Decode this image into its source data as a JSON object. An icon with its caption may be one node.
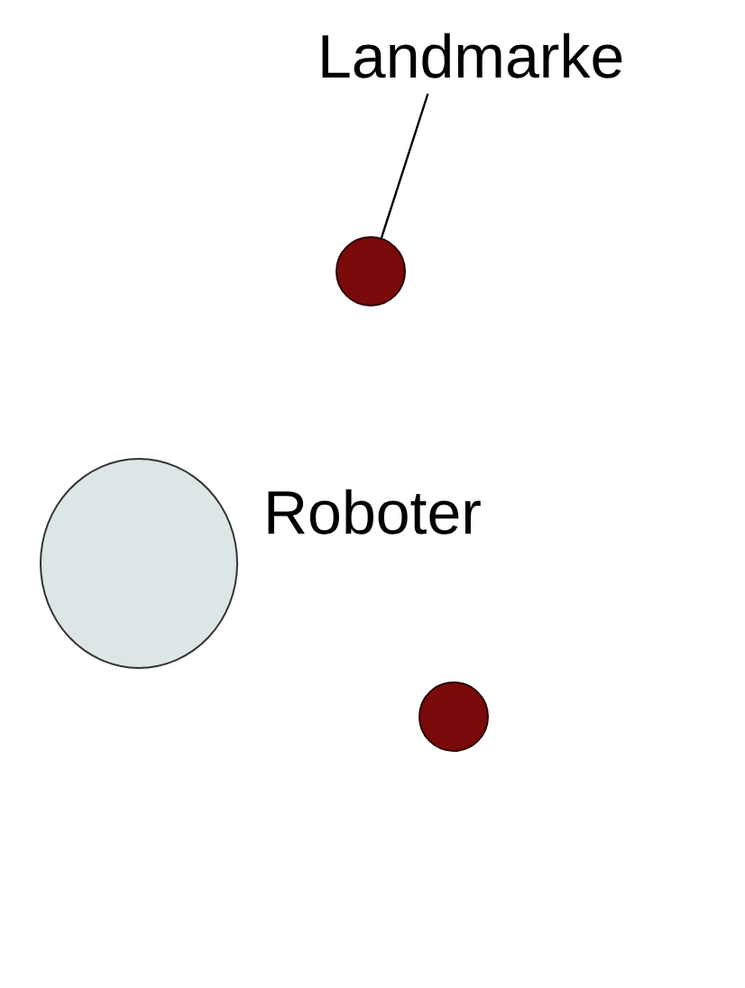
{
  "diagram": {
    "nodes": [
      {
        "text": [
          "Landmarke"
        ]
      },
      {
        "text": [],
        "shape": "circle"
      },
      {
        "text": [],
        "shape": "circle",
        "beside": [
          "Roboter"
        ]
      },
      {
        "text": [],
        "shape": "circle"
      }
    ],
    "edges": [
      {
        "from": 0,
        "to": 1,
        "arrow": "none"
      }
    ]
  }
}
